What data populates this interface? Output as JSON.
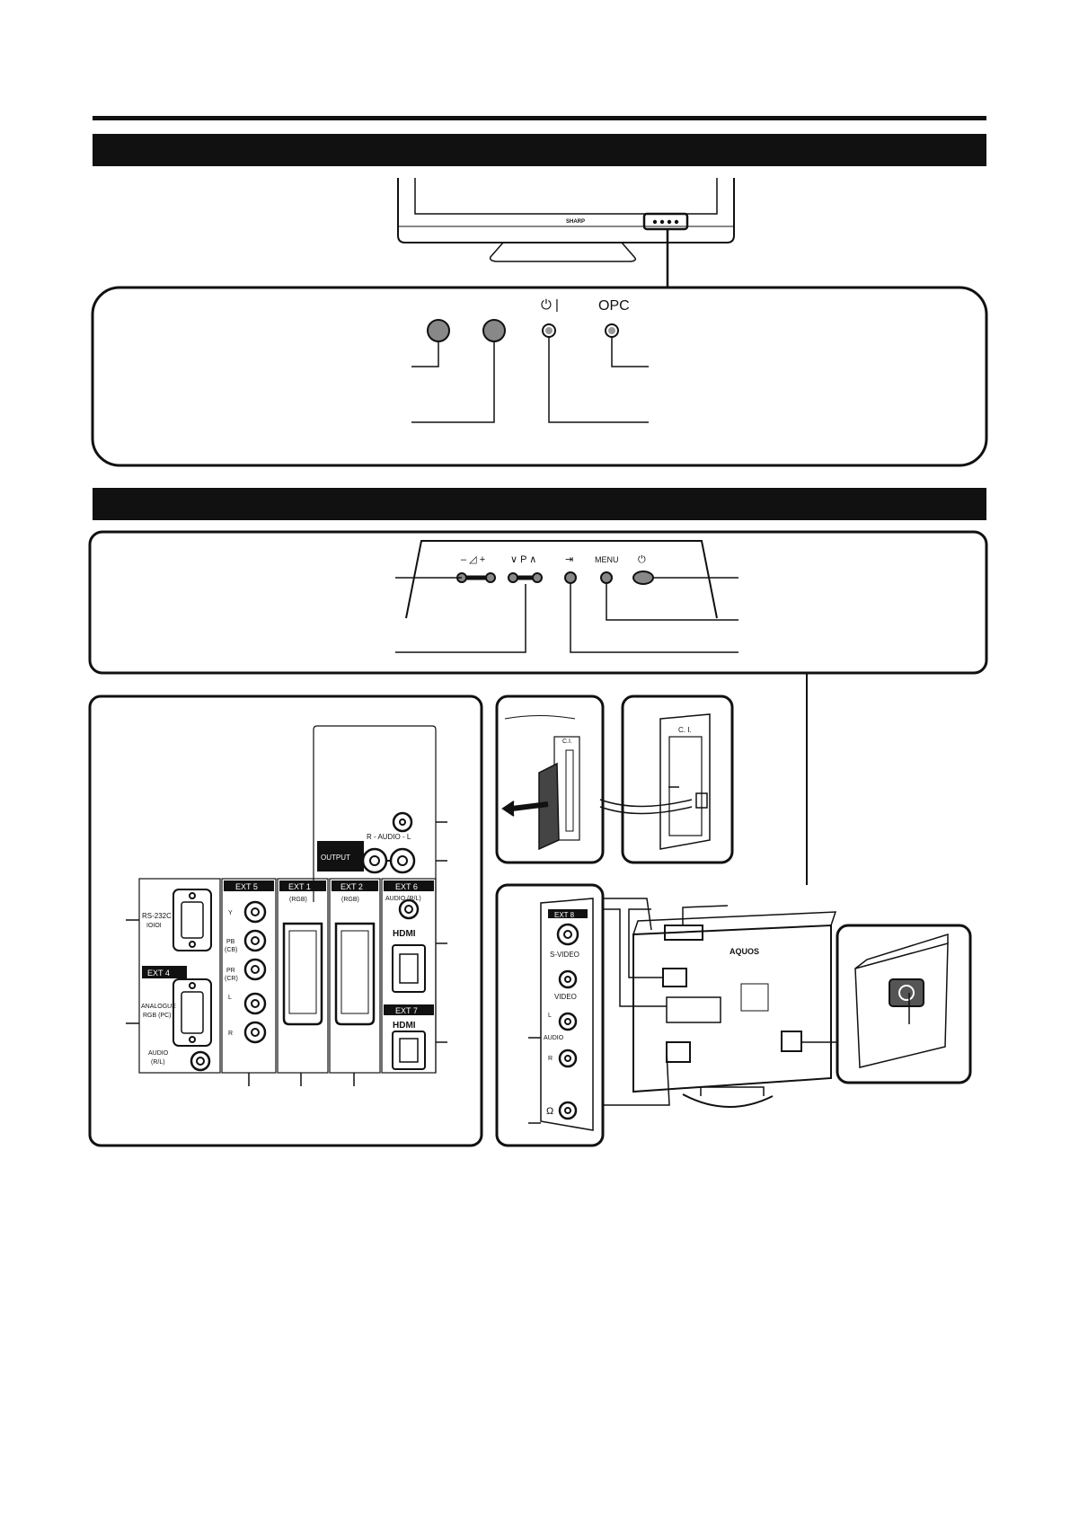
{
  "front_panel": {
    "brand": "SHARP",
    "power_symbol": "⏻ |",
    "opc_label": "OPC"
  },
  "side_controls": {
    "volume_label": "– ◿ +",
    "channel_label": "∨ P ∧",
    "input_symbol": "⇥",
    "menu_label": "MENU",
    "power_symbol": "⏻"
  },
  "terminals": {
    "output_label": "OUTPUT",
    "audio_rl_header": "R - AUDIO - L",
    "rs232c_label": "RS-232C",
    "rs232c_sub": "IOIOI",
    "ext4": "EXT 4",
    "analogue_rgb": "ANALOGUE",
    "analogue_rgb_pc": "RGB (PC)",
    "audio": "AUDIO",
    "audio_rl": "(R/L)",
    "ext5": "EXT 5",
    "y_label": "Y",
    "pb_label": "PB",
    "cb_label": "(CB)",
    "pr_label": "PR",
    "cr_label": "(CR)",
    "l_label": "L",
    "r_label": "R",
    "ext1": "EXT 1",
    "ext1_rgb": "(RGB)",
    "ext2": "EXT 2",
    "ext2_rgb": "(RGB)",
    "ext6": "EXT 6",
    "ext6_audio": "AUDIO (R/L)",
    "hdmi": "HDMI",
    "ext7": "EXT 7",
    "hdmi7": "HDMI"
  },
  "ci_slot": {
    "label1": "C.I.",
    "label2": "C. I."
  },
  "ext8_panel": {
    "ext8": "EXT 8",
    "s_video": "S-VIDEO",
    "video": "VIDEO",
    "l_label": "L",
    "audio": "AUDIO",
    "r_label": "R",
    "headphone": "Ω"
  },
  "rear_view": {
    "brand": "AQUOS"
  }
}
